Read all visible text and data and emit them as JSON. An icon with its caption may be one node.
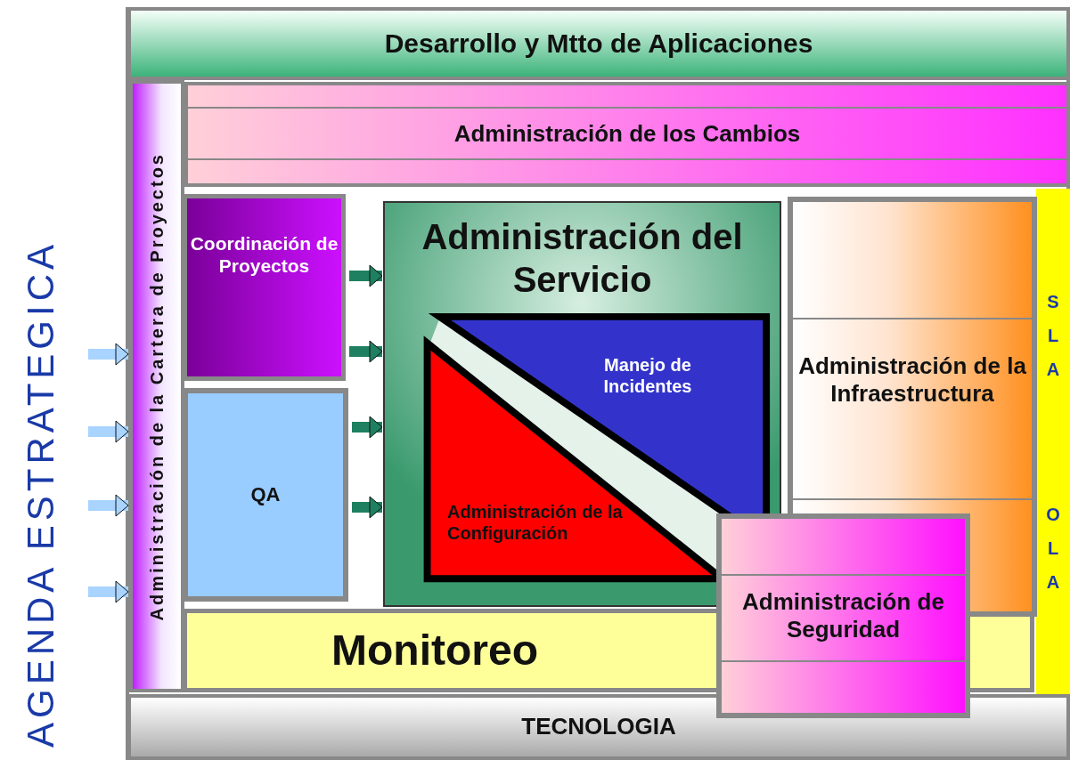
{
  "diagram": {
    "nodes": [
      {
        "text": [
          "AGENDA ESTRATEGICA"
        ]
      },
      {
        "text": [
          "Desarrollo y Mtto de Aplicaciones"
        ]
      },
      {
        "text": [
          "Administración de la Cartera de Proyectos"
        ]
      },
      {
        "text": [
          "Administración de los Cambios"
        ]
      },
      {
        "text": [
          "Coordinación de Proyectos"
        ]
      },
      {
        "text": [
          "QA"
        ]
      },
      {
        "text": [
          "Administración del Servicio"
        ]
      },
      {
        "text": [
          "Manejo de Incidentes"
        ],
        "in": 6
      },
      {
        "text": [
          "Administración de la Configuración"
        ],
        "in": 6
      },
      {
        "text": [
          "Administración de la Infraestructura"
        ]
      },
      {
        "text": [
          "SLA",
          "OLA"
        ]
      },
      {
        "text": [
          "Monitoreo"
        ]
      },
      {
        "text": [
          "Administración de Seguridad"
        ]
      },
      {
        "text": [
          "TECNOLOGIA"
        ]
      }
    ],
    "edges": [
      {
        "from": null,
        "to": 2,
        "arrow": "to"
      },
      {
        "from": null,
        "to": 2,
        "arrow": "to"
      },
      {
        "from": null,
        "to": 2,
        "arrow": "to"
      },
      {
        "from": null,
        "to": 2,
        "arrow": "to"
      },
      {
        "from": 4,
        "to": 6,
        "arrow": "to",
        "color": "#1e8060"
      },
      {
        "from": 4,
        "to": 6,
        "arrow": "to",
        "color": "#1e8060"
      },
      {
        "from": 5,
        "to": 6,
        "arrow": "to",
        "color": "#1e8060"
      },
      {
        "from": 5,
        "to": 6,
        "arrow": "to",
        "color": "#1e8060"
      }
    ]
  }
}
